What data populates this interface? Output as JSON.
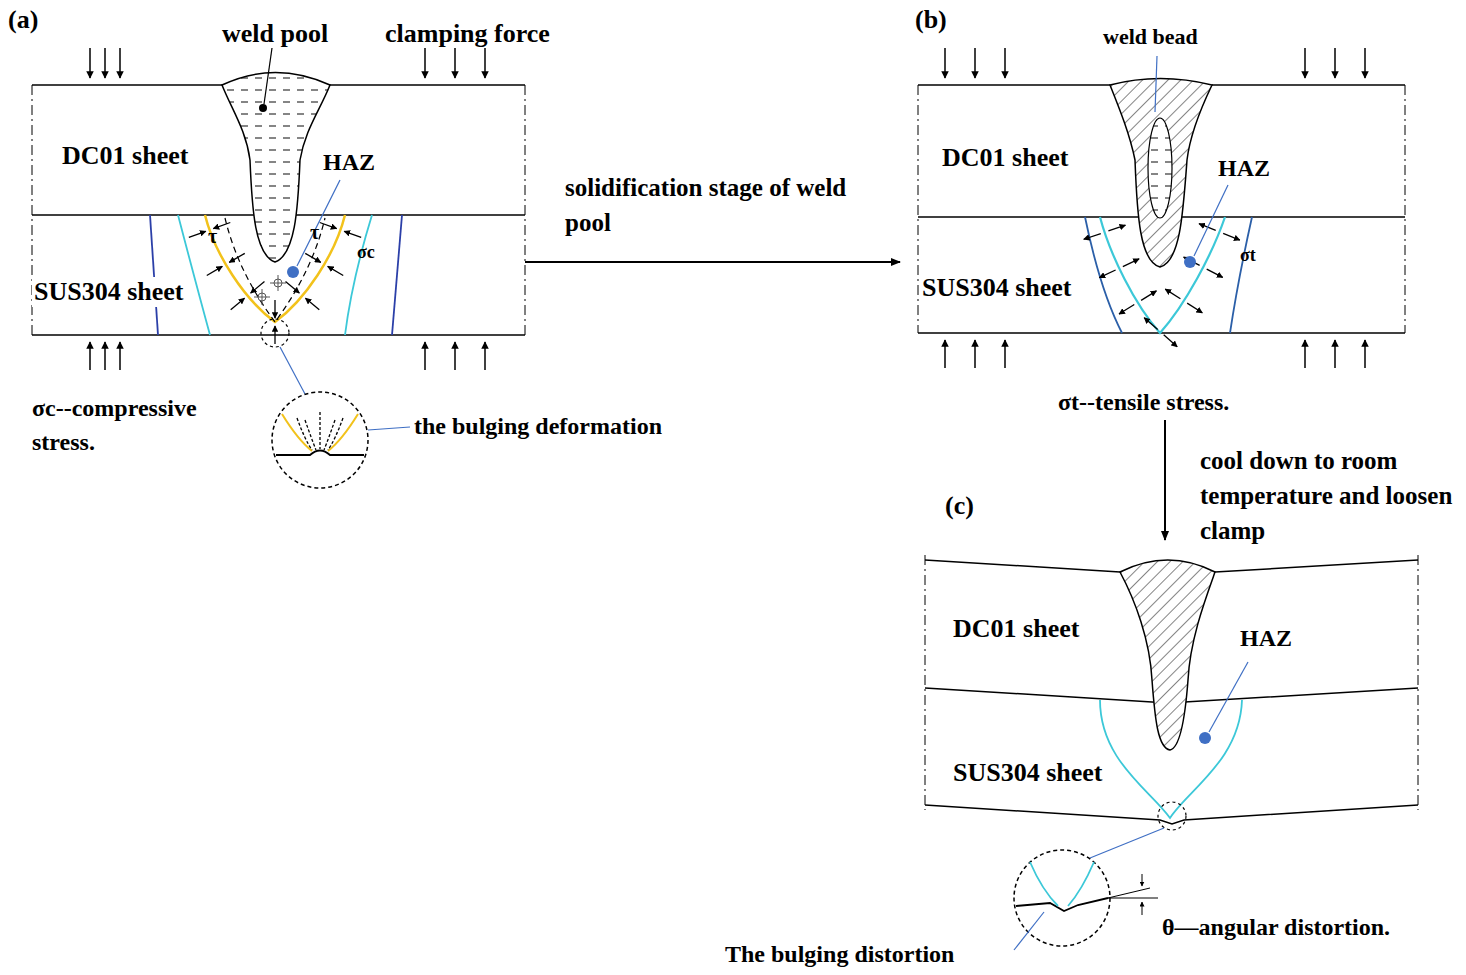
{
  "diagram": {
    "nodes": [
      {
        "text": [
          "DC01 sheet"
        ]
      },
      {
        "text": [
          "SUS304 sheet"
        ]
      },
      {
        "text": [
          "DC01 sheet"
        ]
      },
      {
        "text": [
          "SUS304 sheet"
        ]
      },
      {
        "text": [
          "DC01 sheet"
        ]
      },
      {
        "text": [
          "SUS304 sheet"
        ]
      }
    ],
    "labels": [
      "(a)",
      "weld pool",
      "clamping force",
      "HAZ",
      "τ",
      "τ",
      "σc",
      "σc--compressive stress.",
      "the bulging deformation",
      "solidification stage of weld pool",
      "(b)",
      "weld bead",
      "HAZ",
      "σt",
      "σt--tensile stress.",
      "cool down to room temperature and loosen clamp",
      "(c)",
      "HAZ",
      "The bulging distortion",
      "θ—angular distortion."
    ]
  }
}
